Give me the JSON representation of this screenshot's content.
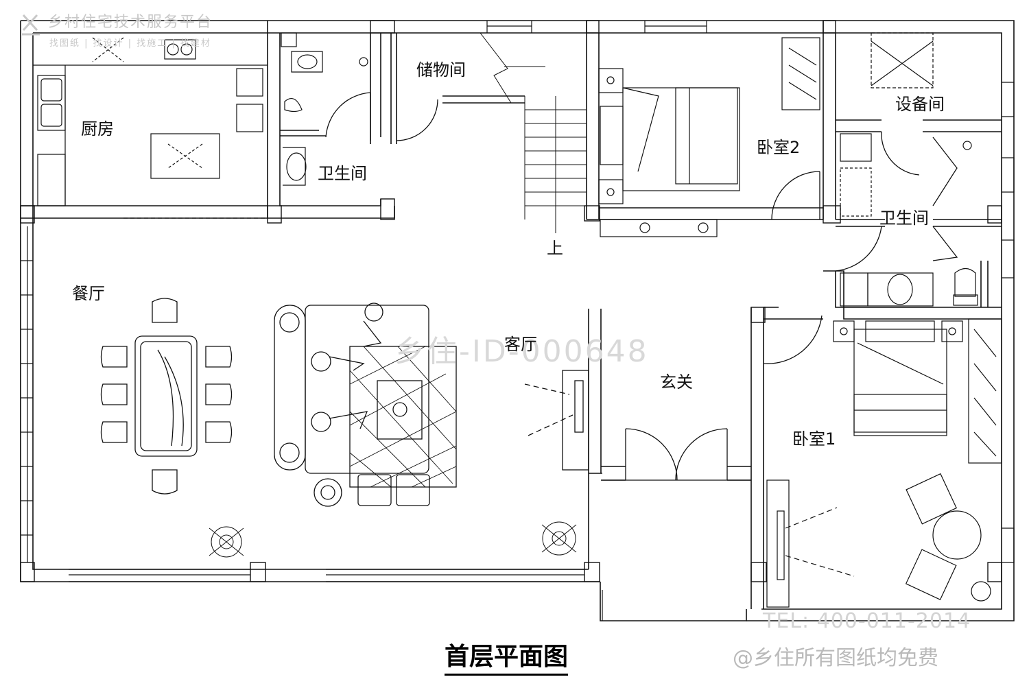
{
  "watermark": {
    "platform": "乡村住宅技术服务平台",
    "tagline": "找图纸 | 找设计 | 找施工 | 找建材",
    "id": "乡住-ID-000648",
    "phone": "TEL: 400-011-2014",
    "free": "@乡住所有图纸均免费"
  },
  "title": "首层平面图",
  "rooms": {
    "kitchen": "厨房",
    "bath_top": "卫生间",
    "storage": "储物间",
    "bedroom2": "卧室2",
    "equipment": "设备间",
    "bath_right": "卫生间",
    "dining": "餐厅",
    "living": "客厅",
    "foyer": "玄关",
    "bedroom1": "卧室1",
    "stair_up": "上"
  }
}
